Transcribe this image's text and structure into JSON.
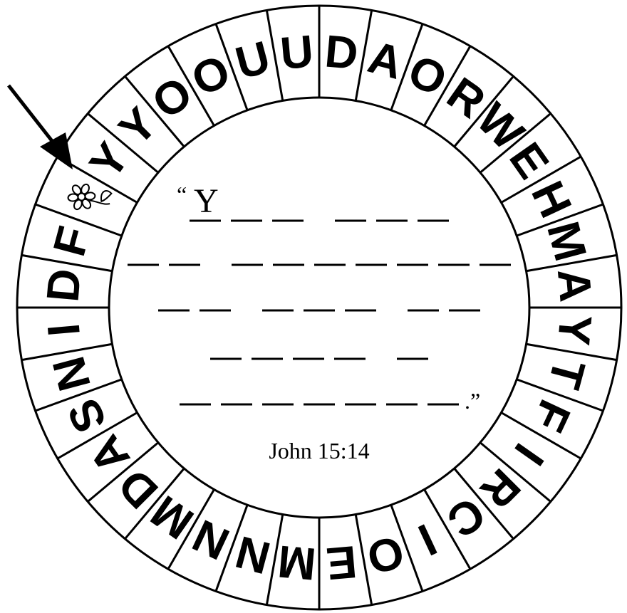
{
  "puzzle": {
    "ring_letters": [
      "D",
      "A",
      "O",
      "R",
      "W",
      "E",
      "H",
      "M",
      "A",
      "Y",
      "T",
      "F",
      "I",
      "R",
      "C",
      "I",
      "O",
      "E",
      "M",
      "N",
      "N",
      "M",
      "D",
      "A",
      "S",
      "N",
      "I",
      "D",
      "F",
      "*",
      "Y",
      "Y",
      "O",
      "O",
      "U",
      "U"
    ],
    "start_marker": "flower-icon",
    "filled_letter": "Y",
    "answer_lines": [
      [
        3,
        3
      ],
      [
        2,
        7
      ],
      [
        2,
        3,
        2
      ],
      [
        4,
        1
      ],
      [
        7
      ]
    ],
    "open_quote": "“",
    "close_quote": ".”",
    "reference": "John 15:14"
  }
}
